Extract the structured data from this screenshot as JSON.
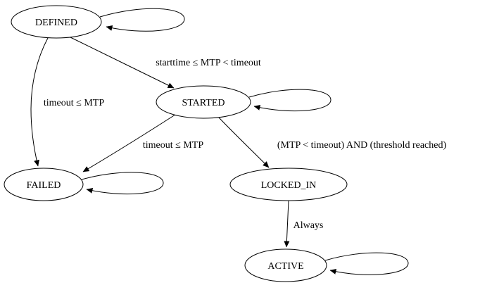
{
  "diagram": {
    "kind": "state-machine",
    "colors": {
      "background": "#ffffff",
      "stroke": "#000000",
      "text": "#000000",
      "node_fill": "#ffffff"
    },
    "nodes": [
      {
        "id": "defined",
        "label": "DEFINED"
      },
      {
        "id": "started",
        "label": "STARTED"
      },
      {
        "id": "failed",
        "label": "FAILED"
      },
      {
        "id": "locked_in",
        "label": "LOCKED_IN"
      },
      {
        "id": "active",
        "label": "ACTIVE"
      }
    ],
    "edges": [
      {
        "from": "DEFINED",
        "to": "DEFINED",
        "label": ""
      },
      {
        "from": "DEFINED",
        "to": "STARTED",
        "label": "starttime ≤ MTP < timeout"
      },
      {
        "from": "DEFINED",
        "to": "FAILED",
        "label": "timeout ≤ MTP"
      },
      {
        "from": "STARTED",
        "to": "STARTED",
        "label": ""
      },
      {
        "from": "STARTED",
        "to": "FAILED",
        "label": "timeout ≤ MTP"
      },
      {
        "from": "STARTED",
        "to": "LOCKED_IN",
        "label": "(MTP < timeout) AND (threshold reached)"
      },
      {
        "from": "FAILED",
        "to": "FAILED",
        "label": ""
      },
      {
        "from": "LOCKED_IN",
        "to": "ACTIVE",
        "label": "Always"
      },
      {
        "from": "ACTIVE",
        "to": "ACTIVE",
        "label": ""
      }
    ]
  }
}
